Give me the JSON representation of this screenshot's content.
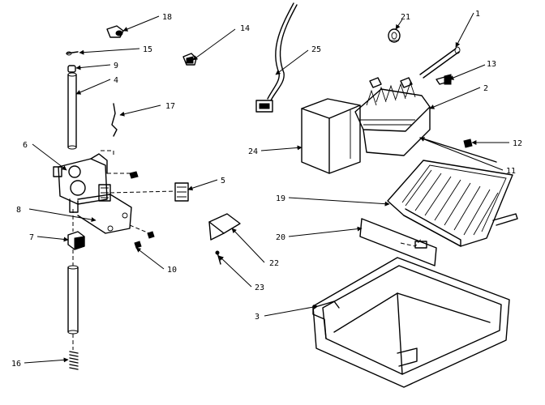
{
  "diagram": {
    "callouts": [
      "1",
      "2",
      "3",
      "4",
      "5",
      "6",
      "7",
      "8",
      "9",
      "10",
      "11",
      "12",
      "13",
      "14",
      "15",
      "16",
      "17",
      "18",
      "19",
      "20",
      "21",
      "22",
      "23",
      "24",
      "25"
    ]
  }
}
